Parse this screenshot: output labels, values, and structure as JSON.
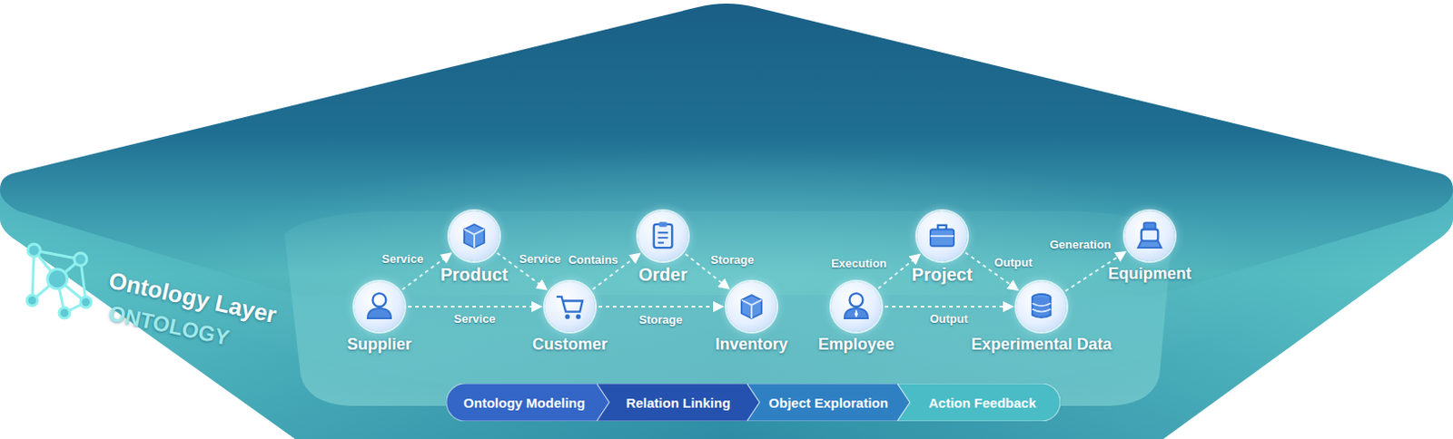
{
  "diagram": {
    "nodes": [
      {
        "text": [
          "Supplier"
        ]
      },
      {
        "text": [
          "Product"
        ]
      },
      {
        "text": [
          "Customer"
        ]
      },
      {
        "text": [
          "Order"
        ]
      },
      {
        "text": [
          "Inventory"
        ]
      },
      {
        "text": [
          "Employee"
        ]
      },
      {
        "text": [
          "Project"
        ]
      },
      {
        "text": [
          "Experimental Data"
        ]
      },
      {
        "text": [
          "Equipment"
        ]
      },
      {
        "text": [
          "Ontology Modeling"
        ]
      },
      {
        "text": [
          "Relation Linking"
        ]
      },
      {
        "text": [
          "Object Exploration"
        ]
      },
      {
        "text": [
          "Action Feedback"
        ]
      }
    ],
    "edges": [
      {
        "from": 0,
        "to": 1,
        "label": "Service",
        "arrow": "to"
      },
      {
        "from": 1,
        "to": 2,
        "label": "Service",
        "arrow": "to"
      },
      {
        "from": 0,
        "to": 2,
        "label": "Service",
        "arrow": "to"
      },
      {
        "from": 2,
        "to": 3,
        "label": "Contains",
        "arrow": "to"
      },
      {
        "from": 3,
        "to": 4,
        "label": "Storage",
        "arrow": "to"
      },
      {
        "from": 2,
        "to": 4,
        "label": "Storage",
        "arrow": "to"
      },
      {
        "from": 5,
        "to": 6,
        "label": "Execution",
        "arrow": "to"
      },
      {
        "from": 6,
        "to": 7,
        "label": "Output",
        "arrow": "to"
      },
      {
        "from": 5,
        "to": 7,
        "label": "Output",
        "arrow": "to"
      },
      {
        "from": 7,
        "to": 8,
        "label": "Generation",
        "arrow": "to"
      }
    ],
    "labels": [
      "Ontology Layer",
      "ONTOLOGY"
    ]
  }
}
